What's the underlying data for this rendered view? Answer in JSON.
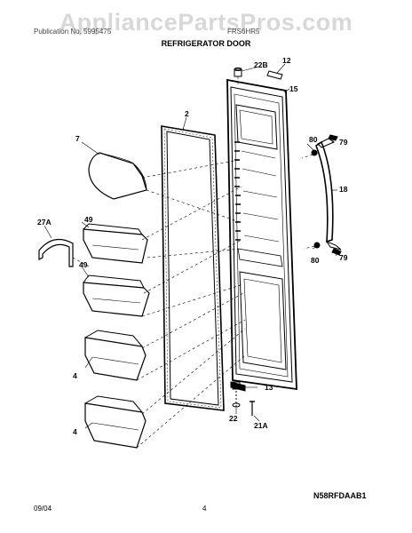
{
  "watermark": "AppliancePartsPros.com",
  "header": {
    "left_text": "Publication No. 5995475",
    "right_text": "FRS6HR5",
    "title": "REFRIGERATOR DOOR"
  },
  "callouts": {
    "c12": "12",
    "c22b": "22B",
    "c15": "15",
    "c2": "2",
    "c7": "7",
    "c80a": "80",
    "c79a": "79",
    "c18": "18",
    "c27a": "27A",
    "c49a": "49",
    "c49b": "49",
    "c80b": "80",
    "c79b": "79",
    "c4a": "4",
    "c13": "13",
    "c22": "22",
    "c21a": "21A",
    "c4b": "4"
  },
  "diagram_code": "N58RFDAAB1",
  "footer": {
    "date": "09/04",
    "page": "4"
  }
}
